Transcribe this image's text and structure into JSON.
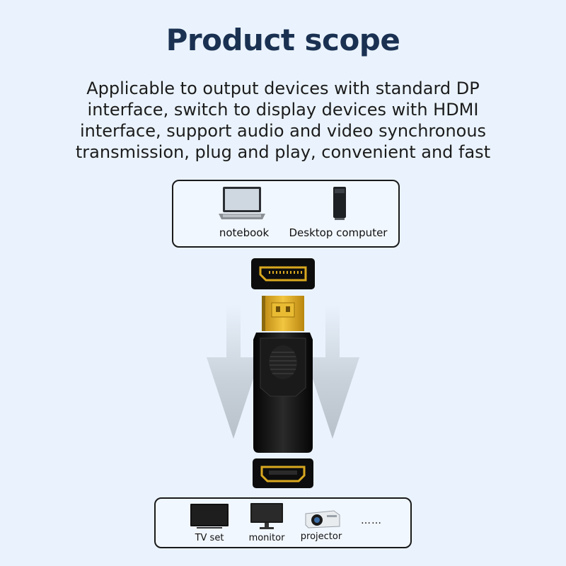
{
  "title": "Product scope",
  "description": [
    "Applicable to output devices with standard DP",
    "interface, switch to display devices with HDMI",
    "interface, support audio and video synchronous",
    "transmission, plug and play, convenient and fast"
  ],
  "source_devices": {
    "notebook": "notebook",
    "desktop": "Desktop computer"
  },
  "display_devices": {
    "tv": "TV set",
    "monitor": "monitor",
    "projector": "projector",
    "more": "……"
  },
  "colors": {
    "background": "#eaf3fd",
    "title": "#1a3152",
    "gold": "#d9a81f",
    "adapter": "#111111"
  }
}
